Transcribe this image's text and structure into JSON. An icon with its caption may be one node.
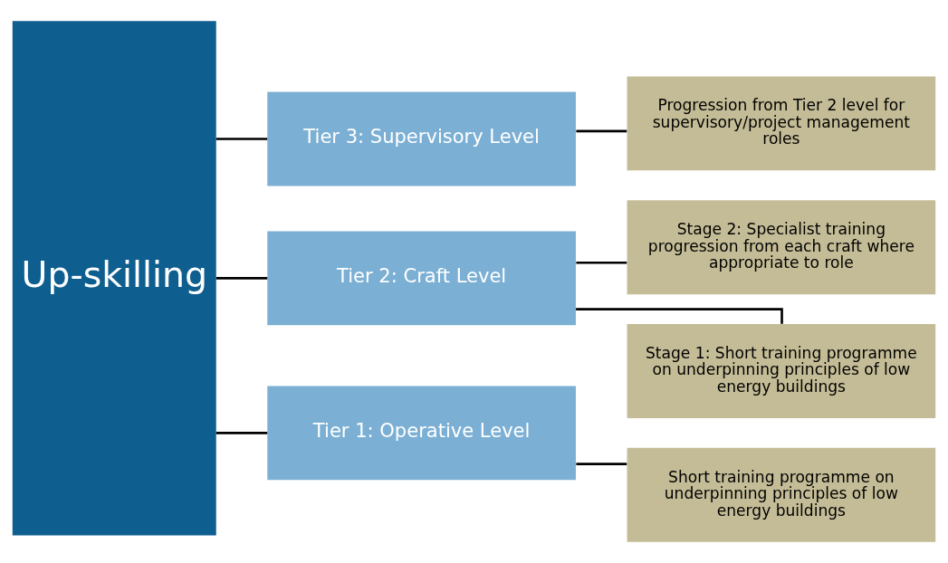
{
  "diagram": {
    "nodes": [
      {
        "text": [
          "Up-skilling"
        ]
      },
      {
        "text": [
          "Tier 3: Supervisory Level"
        ]
      },
      {
        "text": [
          "Tier 2: Craft Level"
        ]
      },
      {
        "text": [
          "Tier 1: Operative Level"
        ]
      },
      {
        "text": [
          "Progression from Tier 2 level for supervisory/project management roles"
        ]
      },
      {
        "text": [
          "Stage 2: Specialist training progression from each craft where appropriate to role"
        ]
      },
      {
        "text": [
          "Stage 1: Short training programme on underpinning principles of low energy buildings"
        ]
      },
      {
        "text": [
          "Short training programme on underpinning principles of low energy buildings"
        ]
      }
    ],
    "edges": [
      {
        "from": 0,
        "to": 1,
        "arrow": "none"
      },
      {
        "from": 0,
        "to": 2,
        "arrow": "none"
      },
      {
        "from": 0,
        "to": 3,
        "arrow": "none"
      },
      {
        "from": 1,
        "to": 4,
        "arrow": "none"
      },
      {
        "from": 2,
        "to": 5,
        "arrow": "none"
      },
      {
        "from": 2,
        "to": 6,
        "arrow": "none"
      },
      {
        "from": 3,
        "to": 7,
        "arrow": "none"
      }
    ]
  }
}
